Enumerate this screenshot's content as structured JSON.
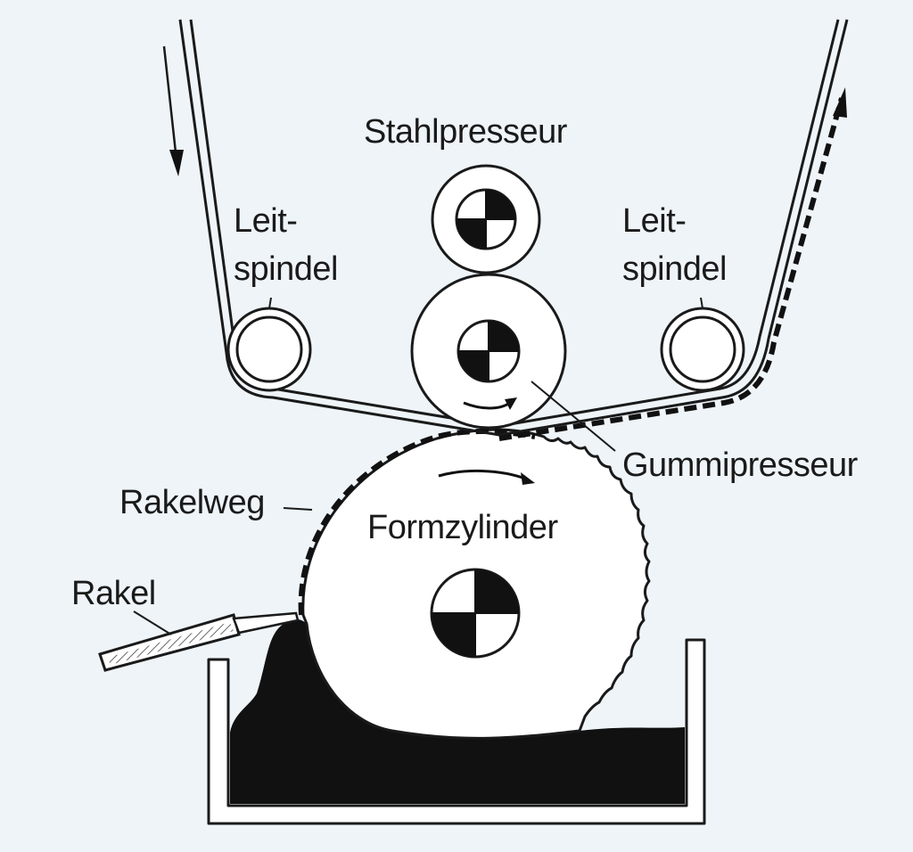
{
  "labels": {
    "stahlpresseur": "Stahlpresseur",
    "leitspindel_left_line1": "Leit-",
    "leitspindel_left_line2": "spindel",
    "leitspindel_right_line1": "Leit-",
    "leitspindel_right_line2": "spindel",
    "gummipresseur": "Gummipresseur",
    "rakelweg": "Rakelweg",
    "formzylinder": "Formzylinder",
    "rakel": "Rakel"
  },
  "colors": {
    "background": "#eef4f8",
    "ink": "#111111",
    "line": "#1a1a1a",
    "fill": "#ffffff"
  }
}
